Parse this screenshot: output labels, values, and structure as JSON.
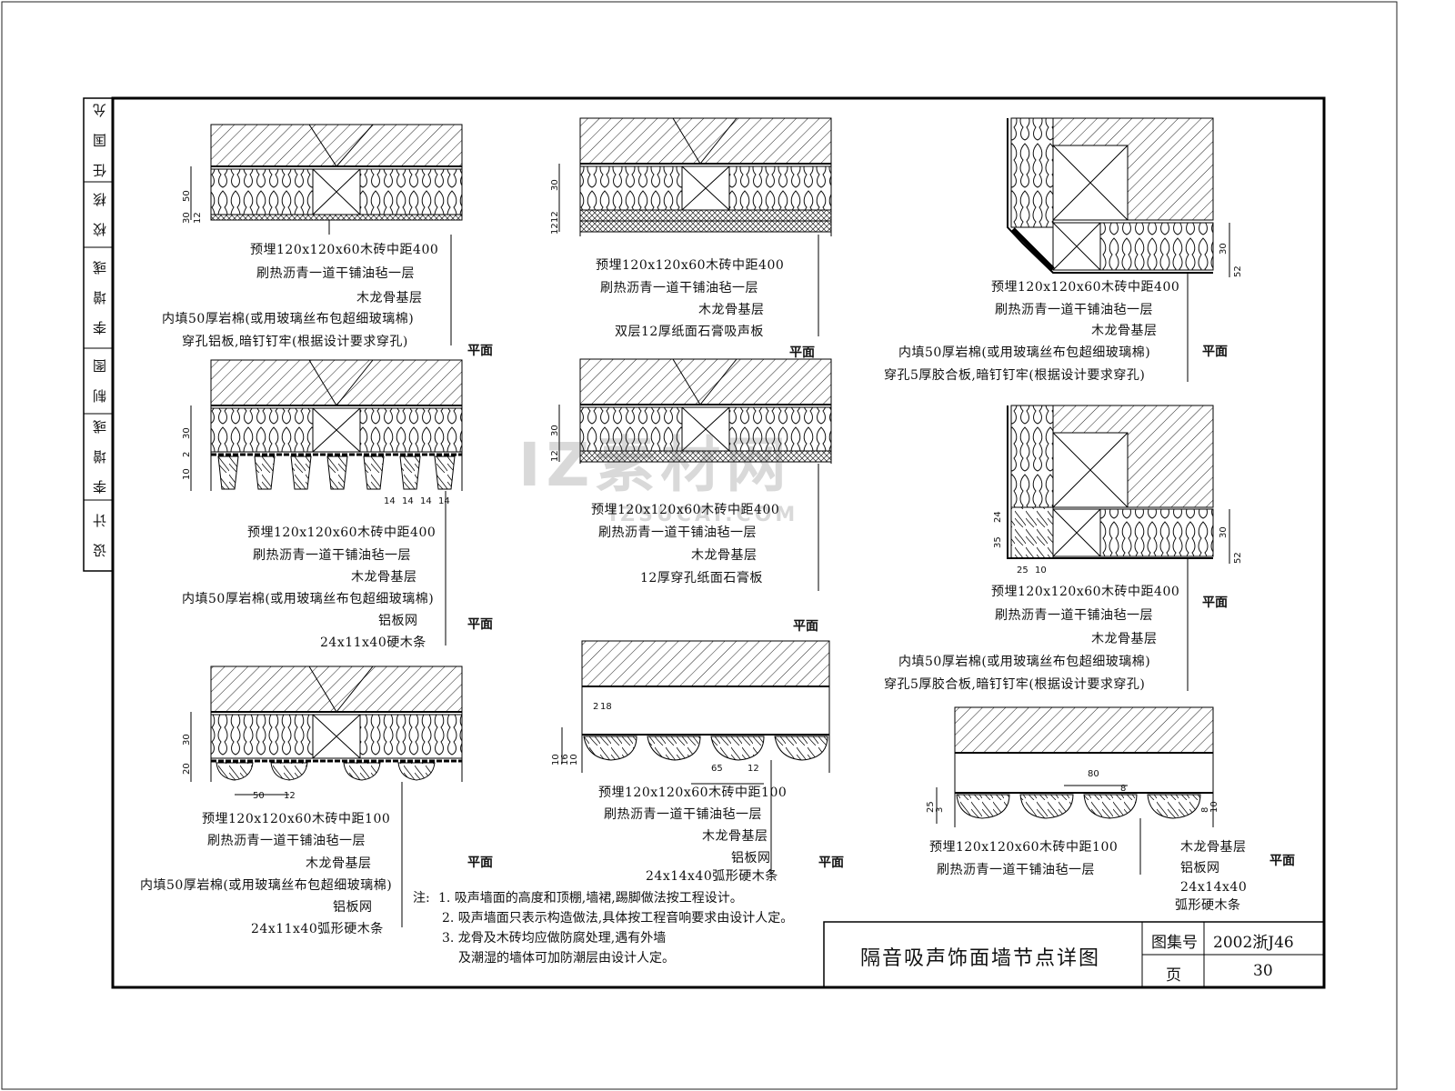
{
  "signature_bar": [
    "设 计",
    "李 增 彧",
    "制 图",
    "李 增 彧",
    "校 核",
    "任 国 允"
  ],
  "plan_label": "平面",
  "details": {
    "d1": {
      "dims_v": [
        "50",
        "30",
        "12"
      ],
      "callouts": [
        "预埋120x120x60木砖中距400",
        "刷热沥青一道干铺油毡一层",
        "木龙骨基层",
        "内填50厚岩棉(或用玻璃丝布包超细玻璃棉)",
        "穿孔铝板,暗钉钉牢(根据设计要求穿孔)"
      ]
    },
    "d2": {
      "dims_v": [
        "30",
        "12",
        "12"
      ],
      "callouts": [
        "预埋120x120x60木砖中距400",
        "刷热沥青一道干铺油毡一层",
        "木龙骨基层",
        "双层12厚纸面石膏吸声板"
      ]
    },
    "d3": {
      "dims_v": [
        "30",
        "52"
      ],
      "callouts": [
        "预埋120x120x60木砖中距400",
        "刷热沥青一道干铺油毡一层",
        "木龙骨基层",
        "内填50厚岩棉(或用玻璃丝布包超细玻璃棉)",
        "穿孔5厚胶合板,暗钉钉牢(根据设计要求穿孔)"
      ]
    },
    "d4": {
      "dims_v": [
        "30",
        "2",
        "10"
      ],
      "dims_h": [
        "14",
        "14",
        "14",
        "14"
      ],
      "callouts": [
        "预埋120x120x60木砖中距400",
        "刷热沥青一道干铺油毡一层",
        "木龙骨基层",
        "内填50厚岩棉(或用玻璃丝布包超细玻璃棉)",
        "铝板网",
        "24x11x40硬木条"
      ]
    },
    "d5": {
      "dims_v": [
        "30",
        "12"
      ],
      "callouts": [
        "预埋120x120x60木砖中距400",
        "刷热沥青一道干铺油毡一层",
        "木龙骨基层",
        "12厚穿孔纸面石膏板"
      ]
    },
    "d6": {
      "dims_v": [
        "35",
        "24",
        "30",
        "52"
      ],
      "dims_h": [
        "25",
        "10"
      ],
      "callouts": [
        "预埋120x120x60木砖中距400",
        "刷热沥青一道干铺油毡一层",
        "木龙骨基层",
        "内填50厚岩棉(或用玻璃丝布包超细玻璃棉)",
        "穿孔5厚胶合板,暗钉钉牢(根据设计要求穿孔)"
      ]
    },
    "d7": {
      "dims_v": [
        "30",
        "20"
      ],
      "dims_h": [
        "50",
        "12"
      ],
      "callouts": [
        "预埋120x120x60木砖中距100",
        "刷热沥青一道干铺油毡一层",
        "木龙骨基层",
        "内填50厚岩棉(或用玻璃丝布包超细玻璃棉)",
        "铝板网",
        "24x11x40弧形硬木条"
      ]
    },
    "d8": {
      "dims_v": [
        "10",
        "16",
        "10"
      ],
      "dims_h": [
        "2",
        "18",
        "65",
        "12"
      ],
      "callouts": [
        "预埋120x120x60木砖中距100",
        "刷热沥青一道干铺油毡一层",
        "木龙骨基层",
        "铝板网",
        "24x14x40弧形硬木条"
      ]
    },
    "d9": {
      "dims_v": [
        "25",
        "3",
        "8",
        "10"
      ],
      "dims_h": [
        "80",
        "8"
      ],
      "callouts_left": [
        "预埋120x120x60木砖中距100",
        "刷热沥青一道干铺油毡一层"
      ],
      "callouts_right": [
        "木龙骨基层",
        "铝板网",
        "24x14x40",
        "弧形硬木条"
      ]
    }
  },
  "notes": {
    "prefix": "注:",
    "items": [
      "1. 吸声墙面的高度和顶棚,墙裙,踢脚做法按工程设计。",
      "2. 吸声墙面只表示构造做法,具体按工程音响要求由设计人定。",
      "3. 龙骨及木砖均应做防腐处理,遇有外墙",
      "及潮湿的墙体可加防潮层由设计人定。"
    ]
  },
  "title_block": {
    "title": "隔音吸声饰面墙节点详图",
    "atlas_label": "图集号",
    "atlas_value": "2002浙J46",
    "page_label": "页",
    "page_value": "30"
  },
  "watermark": {
    "main": "IZ素材网",
    "sub": "IZSUCAI.COM"
  }
}
